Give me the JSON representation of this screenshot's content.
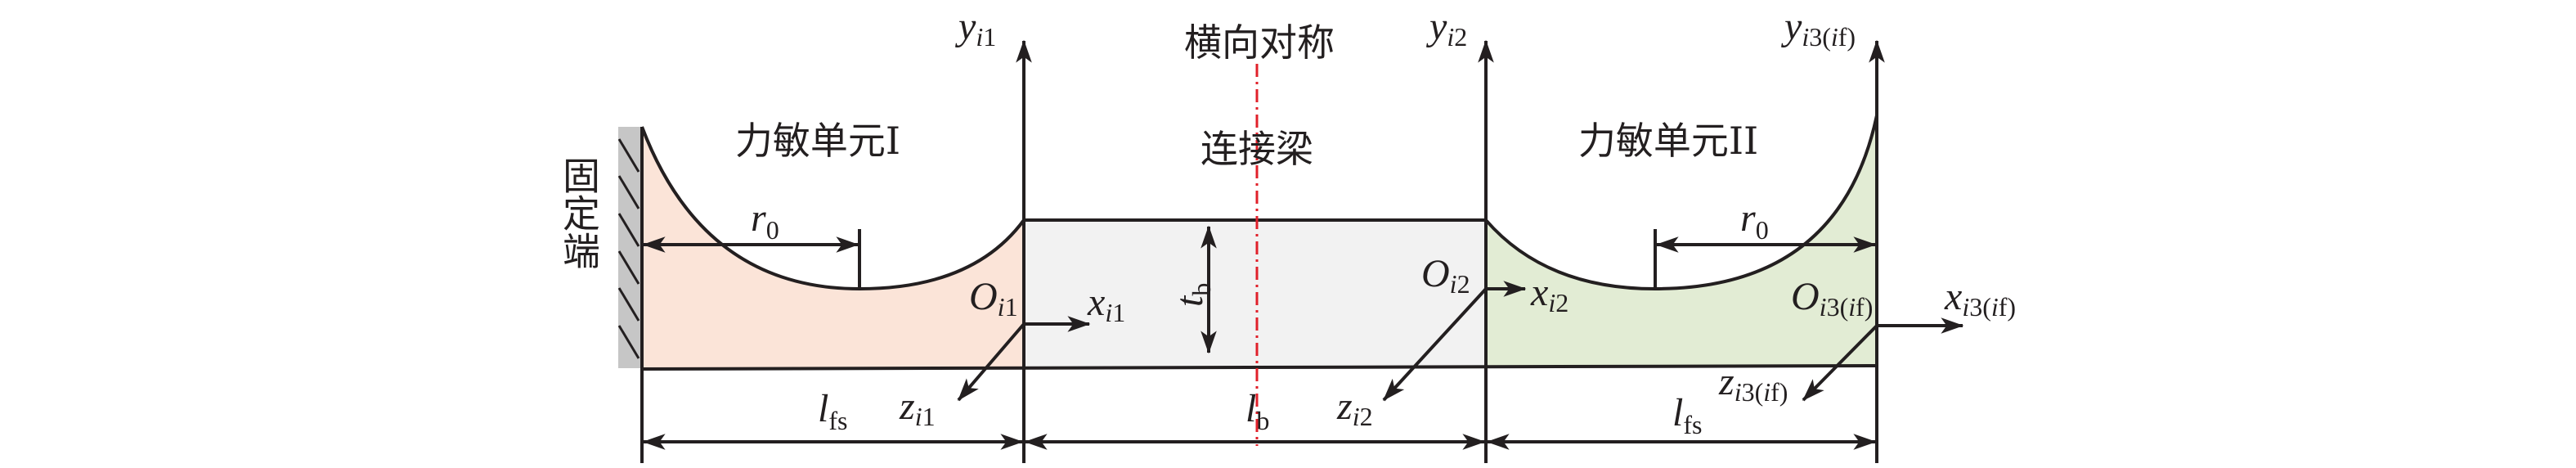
{
  "labels": {
    "fixed_end": "固定端",
    "unit1": "力敏单元I",
    "unit2": "力敏单元II",
    "beam": "连接梁",
    "symmetry": "横向对称"
  },
  "symbols": {
    "y_i1": {
      "main": "y",
      "sub": "i",
      "sub2": "1"
    },
    "x_i1": {
      "main": "x",
      "sub": "i",
      "sub2": "1"
    },
    "z_i1": {
      "main": "z",
      "sub": "i",
      "sub2": "1"
    },
    "O_i1": {
      "main": "O",
      "sub": "i",
      "sub2": "1"
    },
    "y_i2": {
      "main": "y",
      "sub": "i",
      "sub2": "2"
    },
    "x_i2": {
      "main": "x",
      "sub": "i",
      "sub2": "2"
    },
    "z_i2": {
      "main": "z",
      "sub": "i",
      "sub2": "2"
    },
    "O_i2": {
      "main": "O",
      "sub": "i",
      "sub2": "2"
    },
    "y_i3": {
      "main": "y",
      "sub": "i",
      "sub2": "3(",
      "sub3": "i",
      "sub4": "f)"
    },
    "x_i3": {
      "main": "x",
      "sub": "i",
      "sub2": "3(",
      "sub3": "i",
      "sub4": "f)"
    },
    "z_i3": {
      "main": "z",
      "sub": "i",
      "sub2": "3(",
      "sub3": "i",
      "sub4": "f)"
    },
    "O_i3": {
      "main": "O",
      "sub": "i",
      "sub2": "3(",
      "sub3": "i",
      "sub4": "f)"
    },
    "r0_left": {
      "main": "r",
      "sub": "0"
    },
    "r0_right": {
      "main": "r",
      "sub": "0"
    },
    "tb": {
      "main": "t",
      "sub": "b"
    },
    "lfs_left": {
      "main": "l",
      "sub": "fs"
    },
    "lb": {
      "main": "l",
      "sub": "b"
    },
    "lfs_right": {
      "main": "l",
      "sub": "fs"
    }
  },
  "colors": {
    "unit1_fill": "#fbe4d8",
    "beam_fill": "#f2f2f2",
    "unit2_fill": "#e2ecd4",
    "wall_fill": "#c6c6c6",
    "symmetry_line": "#e0202a"
  }
}
